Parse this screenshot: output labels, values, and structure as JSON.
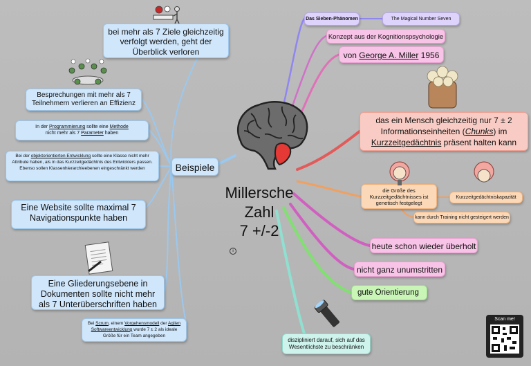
{
  "center": {
    "line1": "Millersche",
    "line2": "Zahl",
    "line3": "7 +/-2"
  },
  "right": {
    "phenomenon": "Das Sieben-Phänomen",
    "magical": "The Magical Number Seven",
    "concept": "Konzept aus der Kognitionspsychologie",
    "miller_pre": "von ",
    "miller_name": "George A. Miller",
    "miller_year": " 1956",
    "capacity_a": "das ein Mensch gleichzeitig nur 7 ± 2",
    "capacity_b": "Informationseinheiten (",
    "capacity_chunks": "Chunks",
    "capacity_c": ") im",
    "capacity_stm": "Kurzzeitgedächtnis",
    "capacity_d": " präsent halten kann",
    "genetic": "die Größe des Kurzzeitgedächtnisses ist genetisch festgelegt",
    "kzg_capacity": "Kurzzeitgedächtniskapazität",
    "training": "kann durch Training nicht gesteigert werden",
    "outdated": "heute schon wieder überholt",
    "controversial": "nicht ganz unumstritten",
    "orientation": "gute Orientierung",
    "discipline": "diszipliniert darauf, sich auf das Wesentlichste zu beschränken"
  },
  "left": {
    "examples": "Beispiele",
    "goals": "bei mehr als 7 Ziele gleichzeitig verfolgt werden, geht der Überblick verloren",
    "meetings": "Besprechungen mit mehr als 7 Teilnehmern verlieren an Effizienz",
    "prog_1": "In der ",
    "prog_link1": "Programmierung",
    "prog_2": " sollte eine ",
    "prog_link2": "Methode",
    "prog_3": "nicht mehr als 7 ",
    "prog_link3": "Parameter",
    "prog_4": " haben",
    "oop_1": "Bei der ",
    "oop_link": "objektorientierten Entwicklung",
    "oop_2": " sollte eine Klasse nicht mehr Attribute haben, als in das Kurzzeitgedächtnis des Entwicklers passen. Ebenso sollen Klassenhierarchieebenen eingeschränkt werden",
    "website": "Eine Website sollte maximal 7 Navigationspunkte haben",
    "document": "Eine Gliederungsebene in Dokumenten sollte nicht mehr als 7 Unterüberschriften haben",
    "scrum_1": "Bei ",
    "scrum_link1": "Scrum",
    "scrum_2": ", einem ",
    "scrum_link2": "Vorgehensmodell",
    "scrum_3": " der ",
    "scrum_link3": "Agilen Softwareentwicklung",
    "scrum_4": " wurde 7 ± 2 als ideale Größe für ein Team angegeben"
  },
  "qr": {
    "label": "Scan me!"
  },
  "colors": {
    "background": "#b8b8b8",
    "blue_node": "#cfe6fb",
    "pink_node": "#f7c3e6",
    "salmon_node": "#f8ccc4",
    "green_node": "#c9f5b7",
    "lavender_node": "#ded3fb",
    "teal_node": "#cdf3ec",
    "peach_node": "#fbd8b7",
    "brain_lobe": "#e53935"
  },
  "icons": {
    "brain": "brain-illustration",
    "goals": "person-with-goals-icon",
    "meeting": "meeting-people-icon",
    "contract": "contract-document-icon",
    "flashlight": "flashlight-icon",
    "brains_jar": "brains-in-jar-icon",
    "head_brain": "head-with-brain-icon",
    "qr": "qr-code"
  }
}
